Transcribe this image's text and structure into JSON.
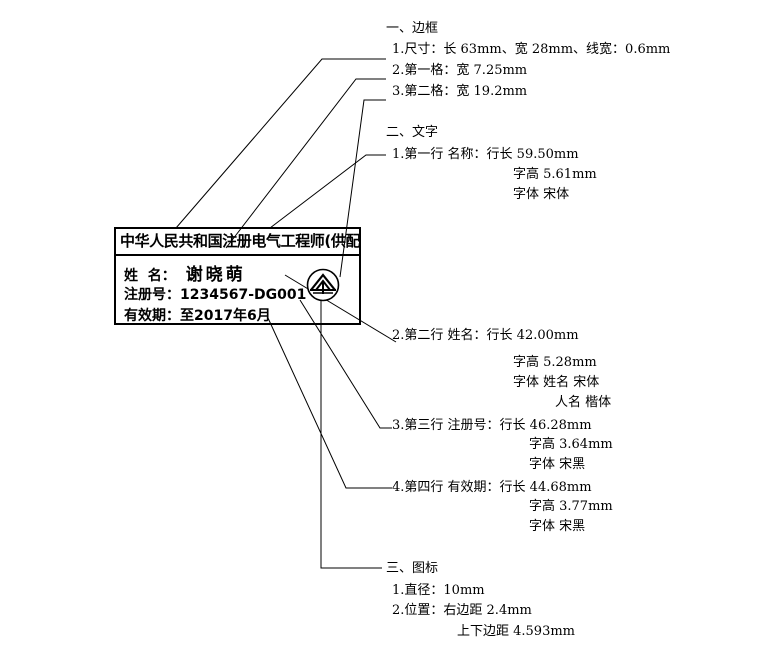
{
  "stamp": {
    "title": "中华人民共和国注册电气工程师(供配电)",
    "name_label": "姓  名：",
    "name_value": "谢晓萌",
    "reg_label": "注册号：",
    "reg_value": "1234567-DG001",
    "valid_label": "有效期：",
    "valid_value": "至2017年6月"
  },
  "annotations": {
    "s1": {
      "heading": "一、边框",
      "items": [
        "1.尺寸：长 63mm、宽 28mm、线宽：0.6mm",
        "2.第一格：宽 7.25mm",
        "3.第二格：宽 19.2mm"
      ]
    },
    "s2": {
      "heading": "二、文字",
      "row1": {
        "label": "1.第一行 名称：行长 59.50mm",
        "height": "字高 5.61mm",
        "font": "字体 宋体"
      },
      "row2": {
        "label": "2.第二行 姓名：行长 42.00mm",
        "height": "字高 5.28mm",
        "font": "字体 姓名 宋体",
        "font2": "人名 楷体"
      },
      "row3": {
        "label": "3.第三行 注册号：行长 46.28mm",
        "height": "字高 3.64mm",
        "font": "字体 宋黑"
      },
      "row4": {
        "label": "4.第四行 有效期：行长 44.68mm",
        "height": "字高 3.77mm",
        "font": "字体 宋黑"
      }
    },
    "s3": {
      "heading": "三、图标",
      "items": [
        "1.直径：10mm",
        "2.位置：右边距 2.4mm"
      ],
      "item3": "上下边距 4.593mm"
    }
  },
  "icons": {
    "logo": "electric-engineer-logo-icon"
  }
}
